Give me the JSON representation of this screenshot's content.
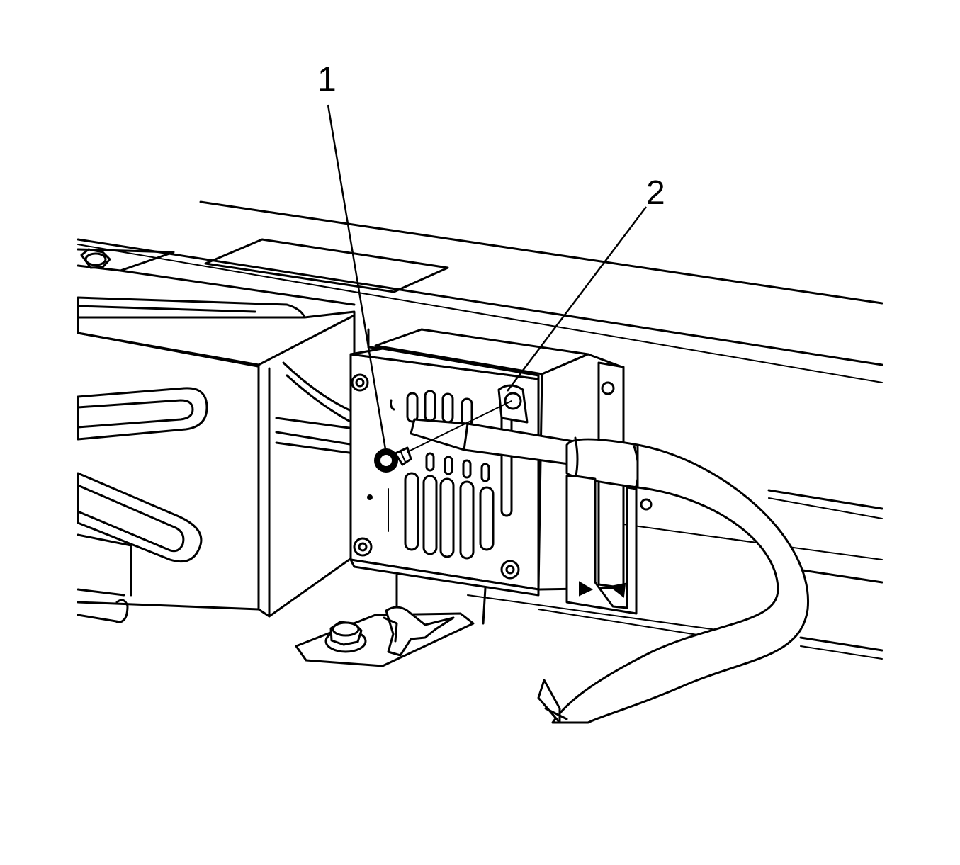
{
  "callouts": [
    {
      "label": "1",
      "target": "bolt"
    },
    {
      "label": "2",
      "target": "mounting-hole"
    }
  ]
}
